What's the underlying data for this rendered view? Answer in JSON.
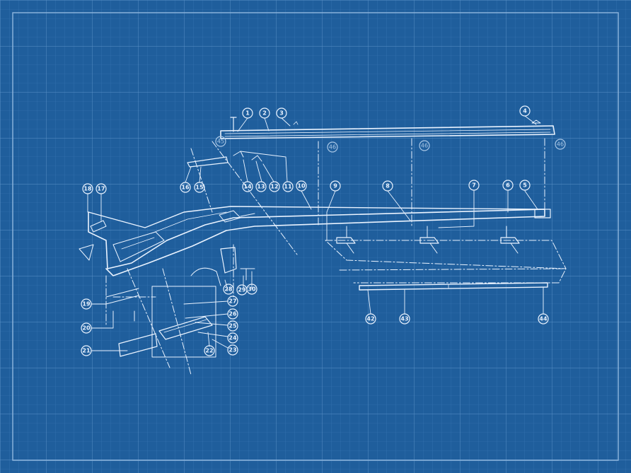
{
  "diagram": {
    "colors": {
      "background": "#1f5e9c",
      "grid_minor": "#3a78b5",
      "grid_major": "#5b92c8",
      "ink": "#eaf3ff",
      "faint_ink": "#a9c7e6"
    },
    "callouts": {
      "c1": "1",
      "c2": "2",
      "c3": "3",
      "c4": "4",
      "c5": "5",
      "c6": "6",
      "c7": "7",
      "c8": "8",
      "c9": "9",
      "c10": "10",
      "c11": "11",
      "c12": "12",
      "c13": "13",
      "c14": "14",
      "c15": "15",
      "c16": "16",
      "c17": "17",
      "c18": "18",
      "c19": "19",
      "c20": "20",
      "c21": "21",
      "c22": "22",
      "c23": "23",
      "c24": "24",
      "c25": "25",
      "c26": "26",
      "c27": "27",
      "c28": "28",
      "c29": "29",
      "c30": "30",
      "c42": "42",
      "c43": "43",
      "c44": "44",
      "c45": "45",
      "c46a": "46",
      "c46b": "46",
      "c46c": "46"
    }
  }
}
